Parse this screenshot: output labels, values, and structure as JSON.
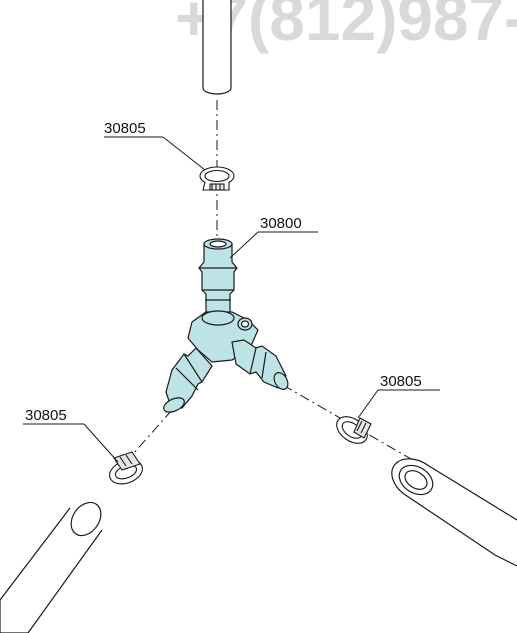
{
  "watermark": "+7(812)987-",
  "parts": {
    "tee_fitting": {
      "number": "30800"
    },
    "clamp_top": {
      "number": "30805"
    },
    "clamp_left": {
      "number": "30805"
    },
    "clamp_right": {
      "number": "30805"
    }
  },
  "colors": {
    "fitting_fill": "#bde3e6",
    "outline": "#1a1a1a",
    "background": "#ffffff",
    "watermark": "#d9d9d9"
  }
}
